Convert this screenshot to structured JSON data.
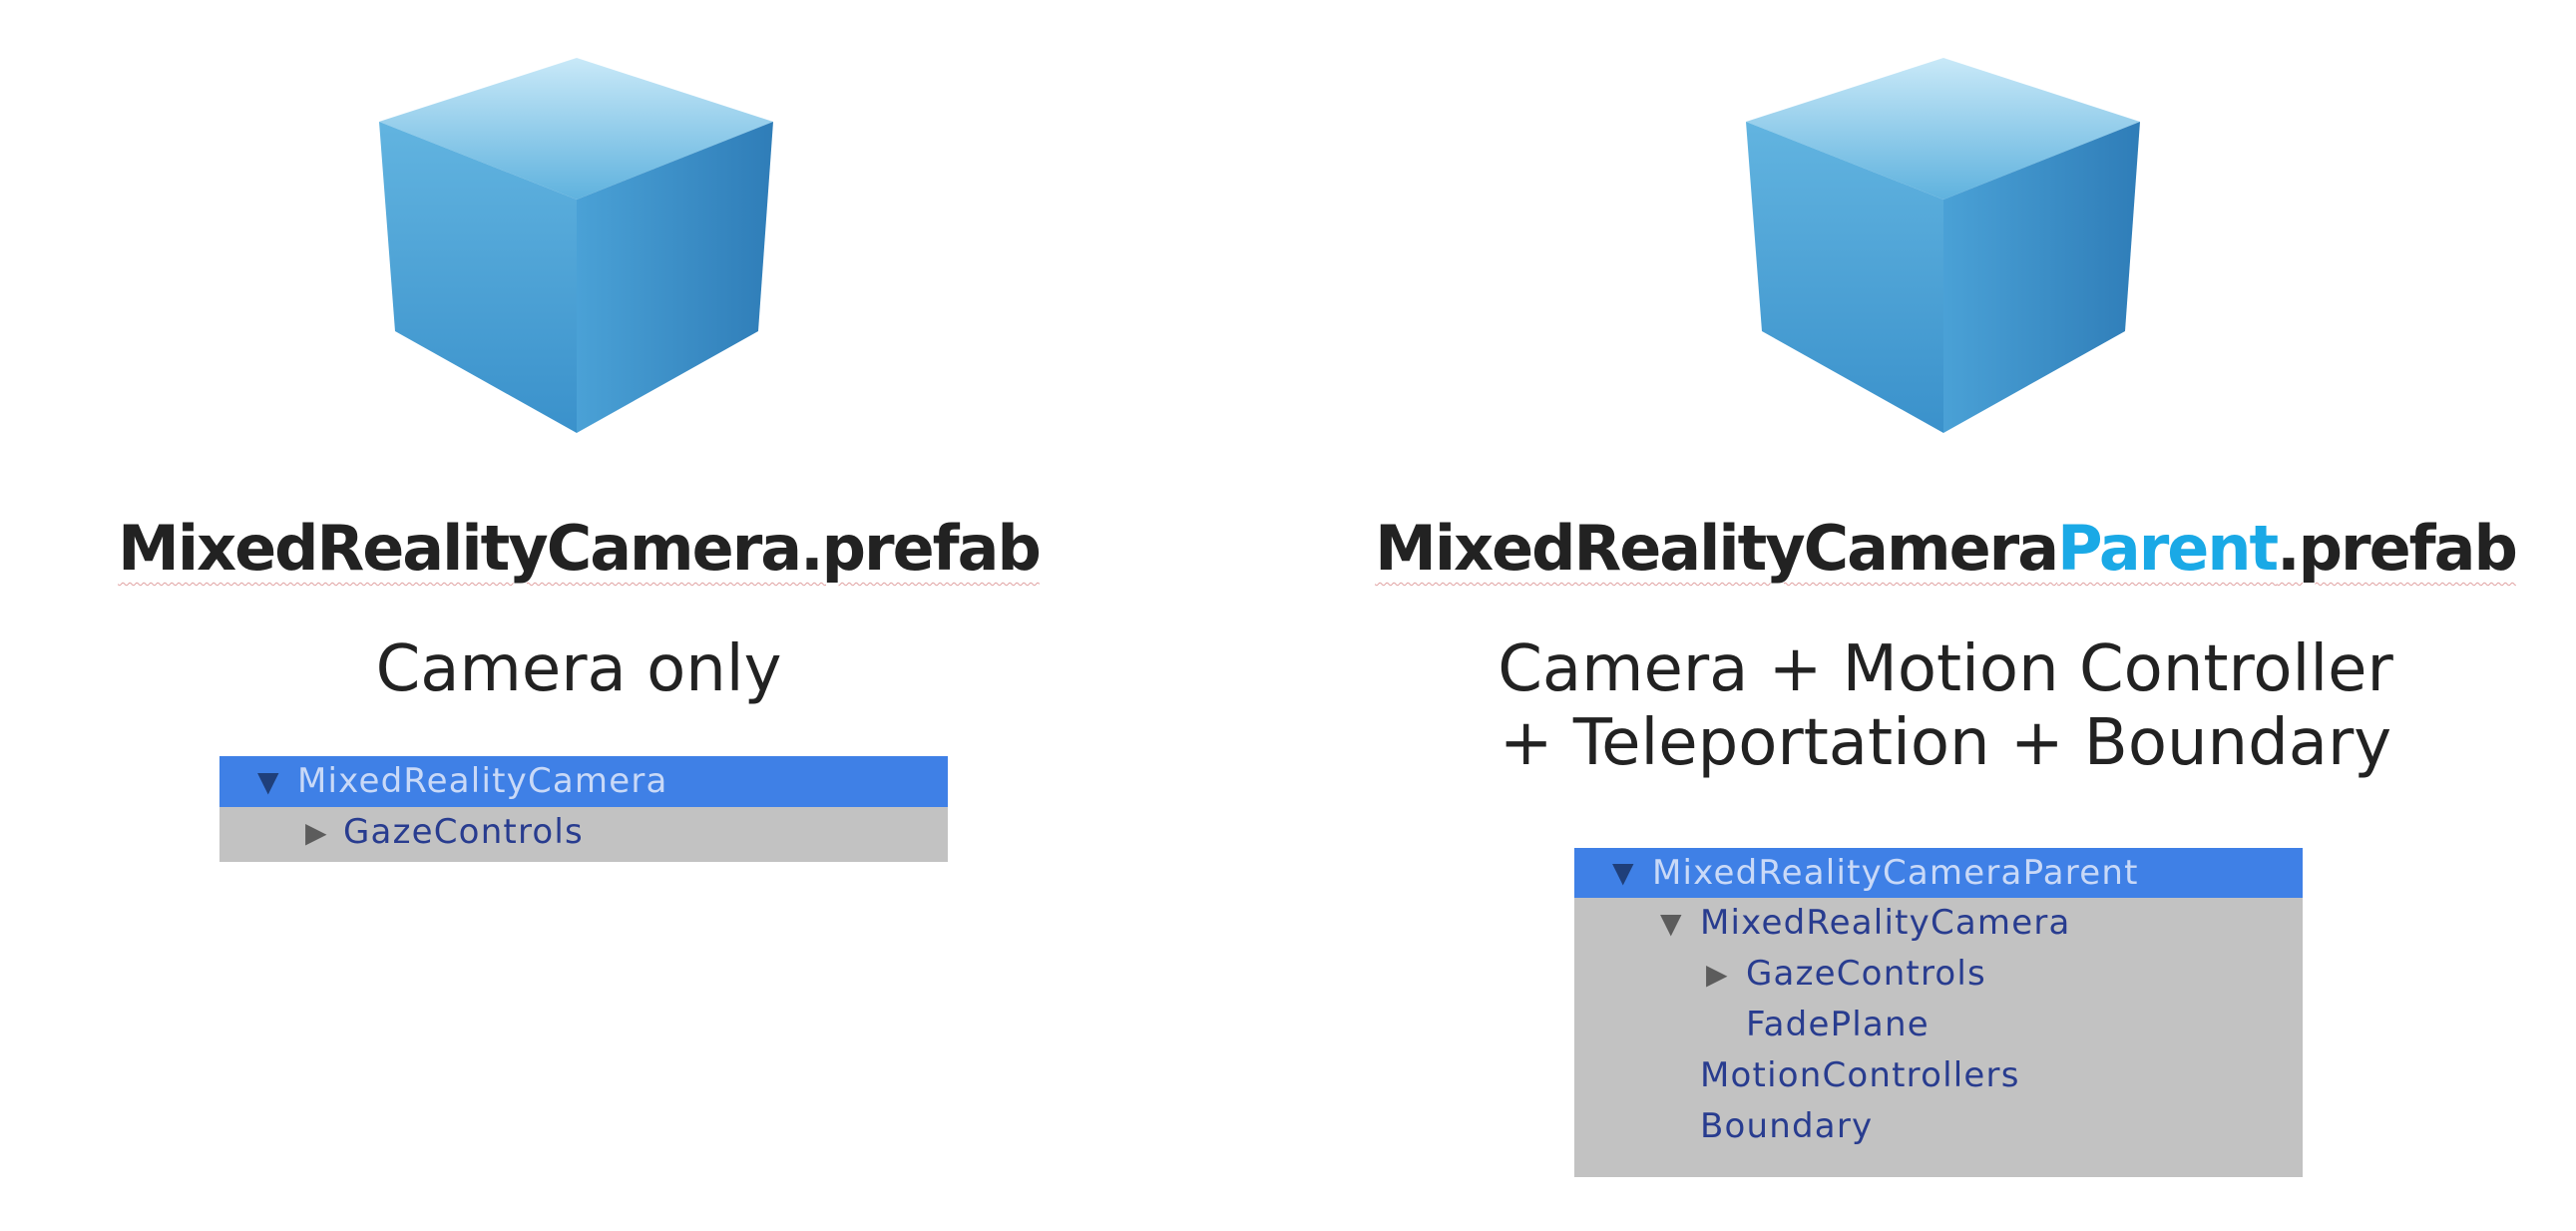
{
  "left": {
    "icon": "cube-icon",
    "title": "MixedRealityCamera.prefab",
    "subtitle_lines": [
      "Camera only"
    ],
    "tree": [
      {
        "label": "MixedRealityCamera",
        "arrow": "▼",
        "selected": true
      },
      {
        "label": "GazeControls",
        "arrow": "▶",
        "selected": false
      }
    ]
  },
  "right": {
    "icon": "cube-icon",
    "title_prefix": "MixedRealityCamera",
    "title_accent": "Parent",
    "title_suffix": ".prefab",
    "subtitle_lines": [
      "Camera + Motion Controller",
      "+ Teleportation + Boundary"
    ],
    "tree": [
      {
        "label": "MixedRealityCameraParent",
        "arrow": "▼",
        "selected": true
      },
      {
        "label": "MixedRealityCamera",
        "arrow": "▼",
        "selected": false
      },
      {
        "label": "GazeControls",
        "arrow": "▶",
        "selected": false
      },
      {
        "label": "FadePlane",
        "arrow": "",
        "selected": false
      },
      {
        "label": "MotionControllers",
        "arrow": "",
        "selected": false
      },
      {
        "label": "Boundary",
        "arrow": "",
        "selected": false
      }
    ]
  },
  "colors": {
    "selection": "#3f80e6",
    "tree_background": "#c2c2c2",
    "accent": "#1aa9e6",
    "item_text": "#283c8f"
  }
}
